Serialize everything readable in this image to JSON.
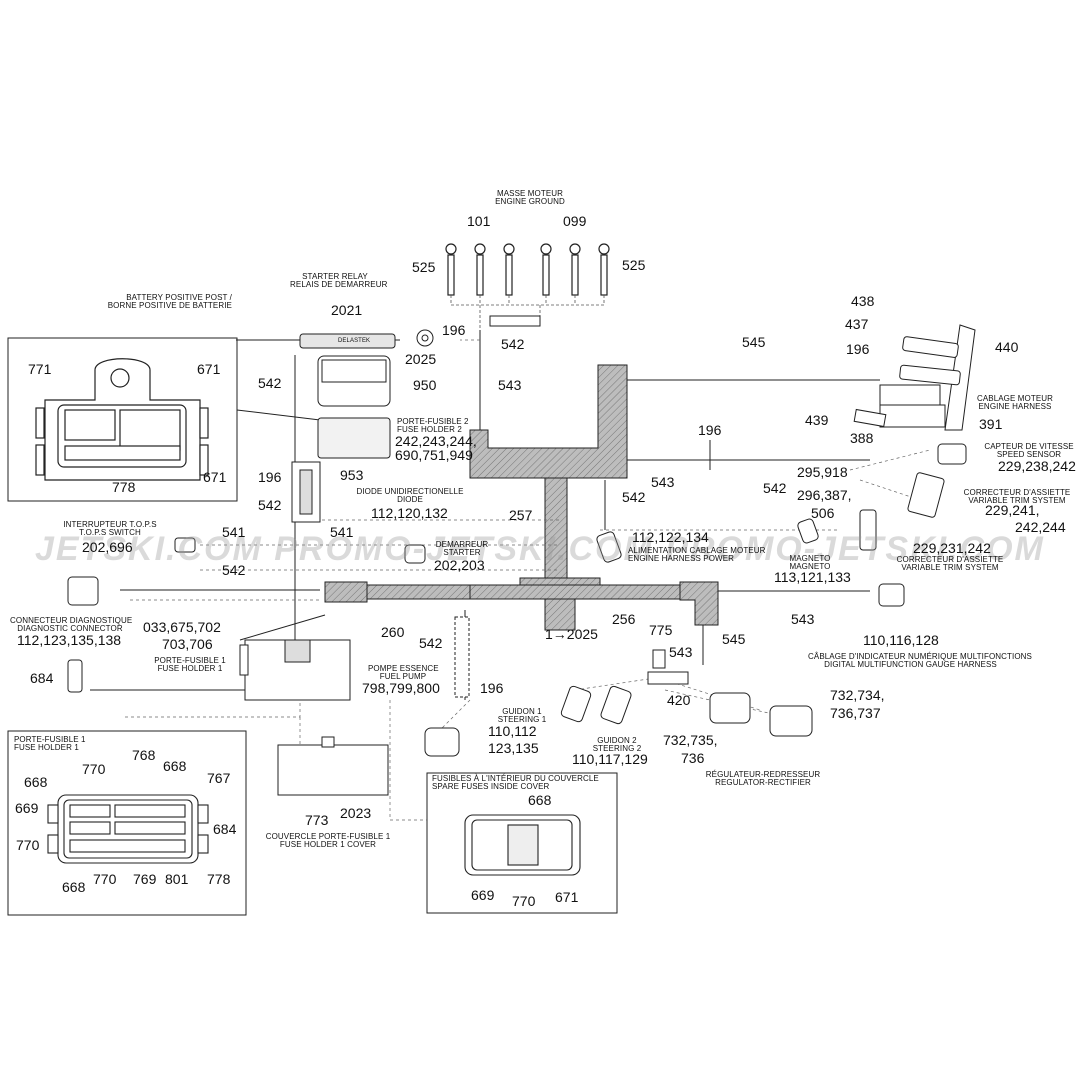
{
  "diagram_id": "13S6803a-04a-07a",
  "watermark": "JETSKI.COM   PROMO-JETSKI.COM   PROMO-JETSKI.COM",
  "engine_ground": {
    "fr": "MASSE MOTEUR",
    "en": "ENGINE GROUND",
    "left_ref": "101",
    "right_ref": "099",
    "left_bolt": "525",
    "right_bolt": "525"
  },
  "starter_relay": {
    "en": "STARTER RELAY",
    "fr": "RELAIS DE DEMARREUR",
    "ref": "2021",
    "ref2": "2025",
    "brand": "DELASTEK"
  },
  "battery_post": {
    "en": "BATTERY POSITIVE POST /",
    "fr": "BORNE POSITIVE DE BATTERIE"
  },
  "refs": {
    "r196a": "196",
    "r542a": "542",
    "r543a": "543",
    "r545a": "545",
    "r950": "950",
    "r771": "771",
    "r671a": "671",
    "r671b": "671",
    "r778a": "778",
    "r196b": "196",
    "r953": "953",
    "r542b": "542",
    "r541a": "541",
    "r541b": "541",
    "r542c": "542",
    "r257": "257",
    "r542d": "542",
    "r260": "260",
    "r542e": "542",
    "r196c": "196",
    "r256": "256",
    "r1_2025": "1→2025",
    "r775": "775",
    "r543b": "543",
    "r545b": "545",
    "r543c": "543",
    "r420": "420",
    "r684a": "684",
    "r2023": "2023",
    "r773": "773",
    "r438": "438",
    "r437": "437",
    "r196d": "196",
    "r440": "440",
    "r439": "439",
    "r388": "388",
    "r391": "391",
    "r196e": "196",
    "r543d": "543",
    "r542f": "542",
    "r506": "506"
  },
  "fuse_holder_2": {
    "fr": "PORTE-FUSIBLE 2",
    "en": "FUSE HOLDER 2",
    "refs1": "242,243,244,",
    "refs2": "690,751,949"
  },
  "diode": {
    "fr": "DIODE UNIDIRECTIONELLE",
    "en": "DIODE",
    "refs": "112,120,132"
  },
  "tops": {
    "fr": "INTERRUPTEUR T.O.P.S",
    "en": "T.O.P.S SWITCH",
    "refs": "202,696"
  },
  "starter": {
    "fr": "DEMARREUR",
    "en": "STARTER",
    "refs": "202,203"
  },
  "diagnostic": {
    "fr": "CONNECTEUR DIAGNOSTIQUE",
    "en": "DIAGNOSTIC CONNECTOR",
    "refs": "112,123,135,138"
  },
  "fuse_holder_1": {
    "refs1": "033,675,702",
    "refs2": "703,706",
    "fr": "PORTE-FUSIBLE 1",
    "en": "FUSE HOLDER 1"
  },
  "fuel_pump": {
    "fr": "POMPE ESSENCE",
    "en": "FUEL PUMP",
    "refs": "798,799,800"
  },
  "engine_harness_power": {
    "refs": "112,122,134",
    "fr": "ALIMENTATION CABLAGE MOTEUR",
    "en": "ENGINE HARNESS POWER"
  },
  "magneto": {
    "fr": "MAGNETO",
    "en": "MAGNETO",
    "refs": "113,121,133"
  },
  "engine_harness": {
    "fr": "CABLAGE MOTEUR",
    "en": "ENGINE HARNESS"
  },
  "speed_sensor": {
    "fr": "CAPTEUR DE VITESSE",
    "en": "SPEED SENSOR",
    "refs": "229,238,242"
  },
  "trim_right": {
    "fr": "CORRECTEUR D'ASSIETTE",
    "en": "VARIABLE TRIM SYSTEM",
    "refs1": "229,241,",
    "refs2": "242,244"
  },
  "trim_left": {
    "refs": "229,231,242",
    "fr": "CORRECTEUR D'ASSIETTE",
    "en": "VARIABLE TRIM SYSTEM"
  },
  "harness_refs": {
    "a": "295,918",
    "b": "296,387,"
  },
  "gauge": {
    "refs": "110,116,128",
    "fr": "CÂBLAGE D'INDICATEUR NUMÉRIQUE MULTIFONCTIONS",
    "en": "DIGITAL MULTIFUNCTION GAUGE HARNESS"
  },
  "steering1": {
    "fr": "GUIDON 1",
    "en": "STEERING 1",
    "refs1": "110,112",
    "refs2": "123,135"
  },
  "steering2": {
    "fr": "GUIDON 2",
    "en": "STEERING 2",
    "refs": "110,117,129"
  },
  "regulator": {
    "refs1a": "732,735,",
    "refs1b": "736",
    "refs2a": "732,734,",
    "refs2b": "736,737",
    "fr": "RÉGULATEUR-REDRESSEUR",
    "en": "REGULATOR-RECTIFIER"
  },
  "fuse_cover": {
    "fr": "COUVERCLE PORTE-FUSIBLE 1",
    "en": "FUSE HOLDER 1 COVER"
  },
  "inset_fh1": {
    "fr": "PORTE-FUSIBLE 1",
    "en": "FUSE HOLDER 1",
    "r770a": "770",
    "r768": "768",
    "r668a": "668",
    "r668b": "668",
    "r767": "767",
    "r669": "669",
    "r684": "684",
    "r770b": "770",
    "r668c": "668",
    "r770c": "770",
    "r769": "769",
    "r801": "801",
    "r778": "778"
  },
  "inset_spare": {
    "fr": "FUSIBLES À L'INTÉRIEUR DU COUVERCLE",
    "en": "SPARE FUSES INSIDE COVER",
    "r668": "668",
    "r669": "669",
    "r770": "770",
    "r671": "671"
  }
}
